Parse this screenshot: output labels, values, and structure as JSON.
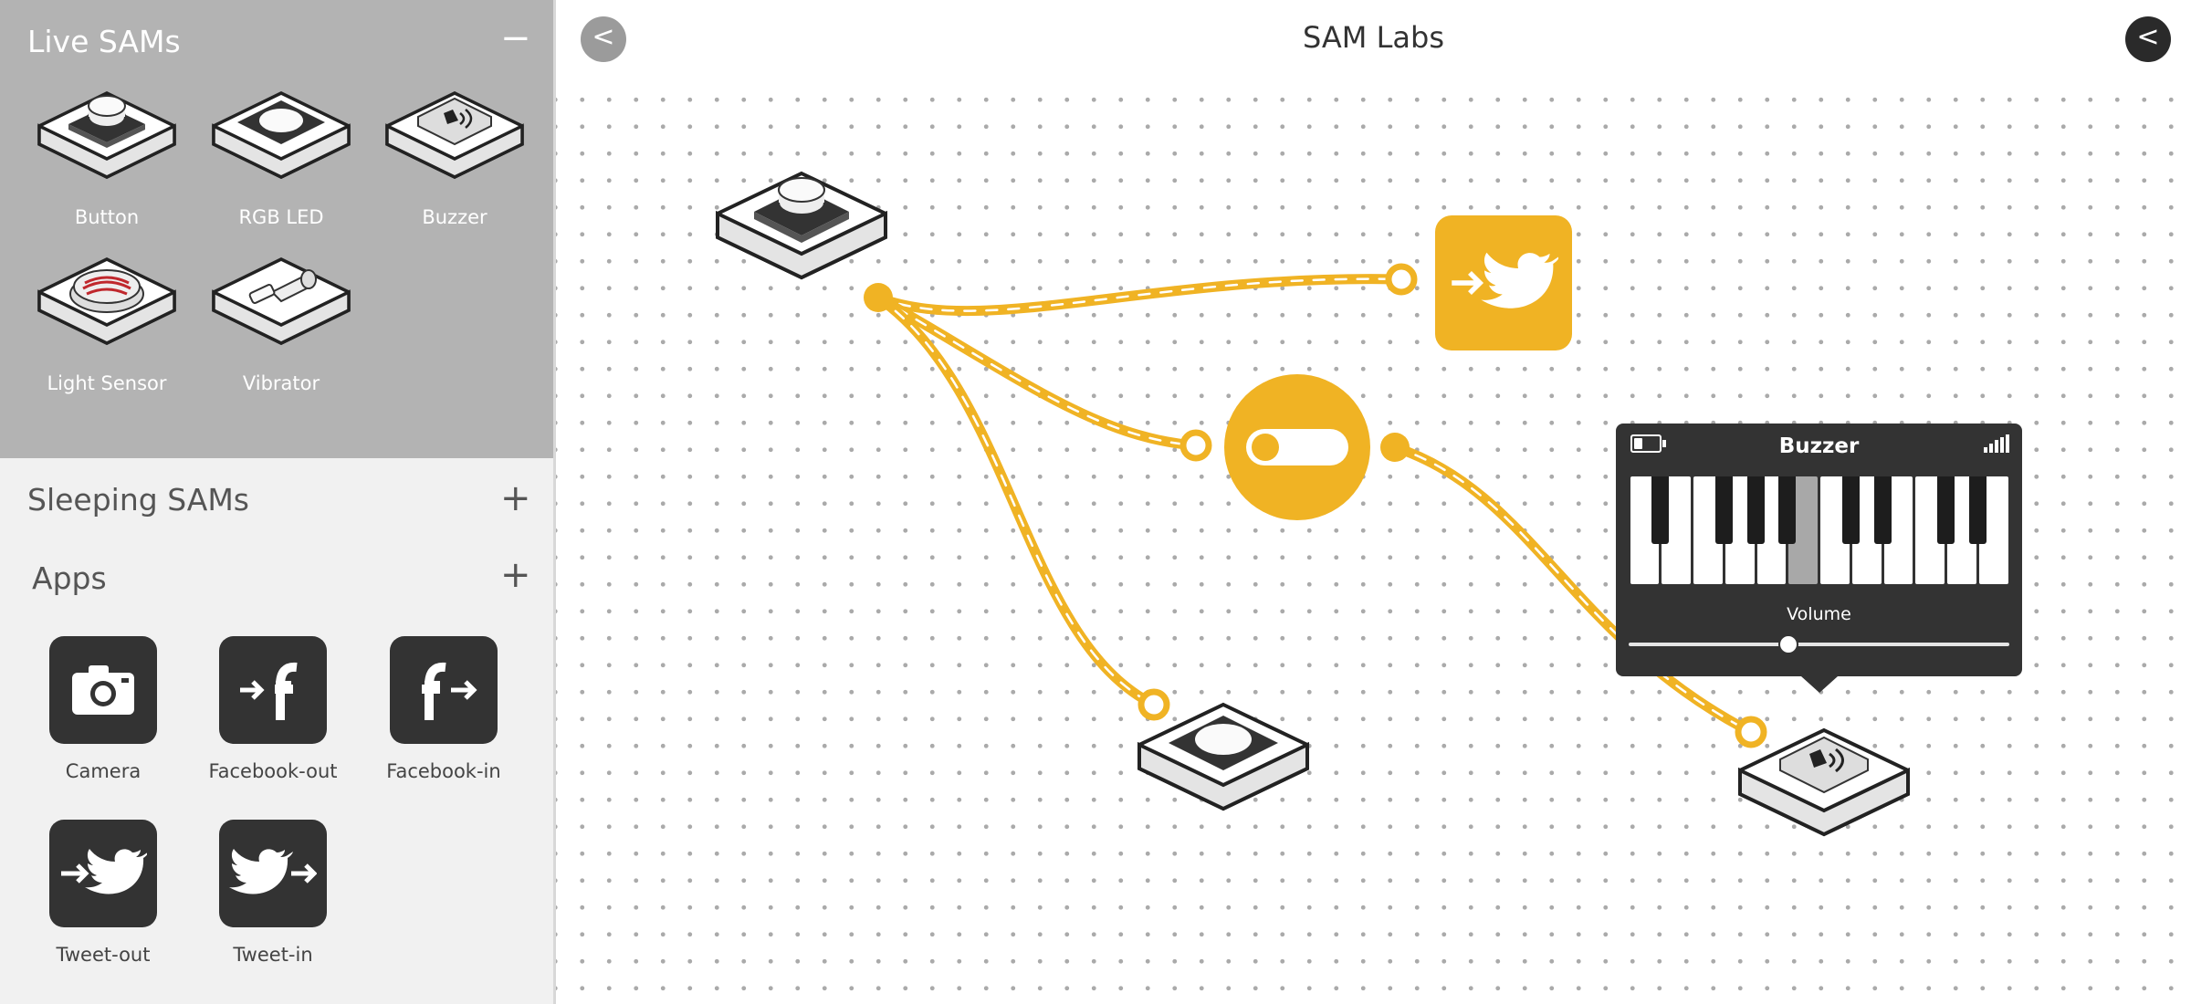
{
  "app": {
    "title": "SAM Labs"
  },
  "colors": {
    "accent": "#f0b324",
    "sidebar_live_bg": "#b3b3b3",
    "sidebar_bg": "#f1f1f1",
    "tile": "#333333"
  },
  "sidebar": {
    "live": {
      "title": "Live SAMs",
      "toggle": "−",
      "items": [
        {
          "label": "Button",
          "icon": "button-block-icon"
        },
        {
          "label": "RGB LED",
          "icon": "rgb-led-block-icon"
        },
        {
          "label": "Buzzer",
          "icon": "buzzer-block-icon"
        },
        {
          "label": "Light Sensor",
          "icon": "light-sensor-block-icon"
        },
        {
          "label": "Vibrator",
          "icon": "vibrator-block-icon"
        }
      ]
    },
    "sleeping": {
      "title": "Sleeping SAMs",
      "toggle": "+"
    },
    "apps": {
      "title": "Apps",
      "toggle": "+",
      "items": [
        {
          "label": "Camera",
          "icon": "camera-icon"
        },
        {
          "label": "Facebook-out",
          "icon": "facebook-out-icon"
        },
        {
          "label": "Facebook-in",
          "icon": "facebook-in-icon"
        },
        {
          "label": "Tweet-out",
          "icon": "tweet-out-icon"
        },
        {
          "label": "Tweet-in",
          "icon": "tweet-in-icon"
        }
      ]
    }
  },
  "nav": {
    "back_left": "<",
    "back_right": "<"
  },
  "popup": {
    "title": "Buzzer",
    "volume_label": "Volume",
    "volume_level": 0.42,
    "battery_level": 0.35,
    "active_white_key": 5
  }
}
